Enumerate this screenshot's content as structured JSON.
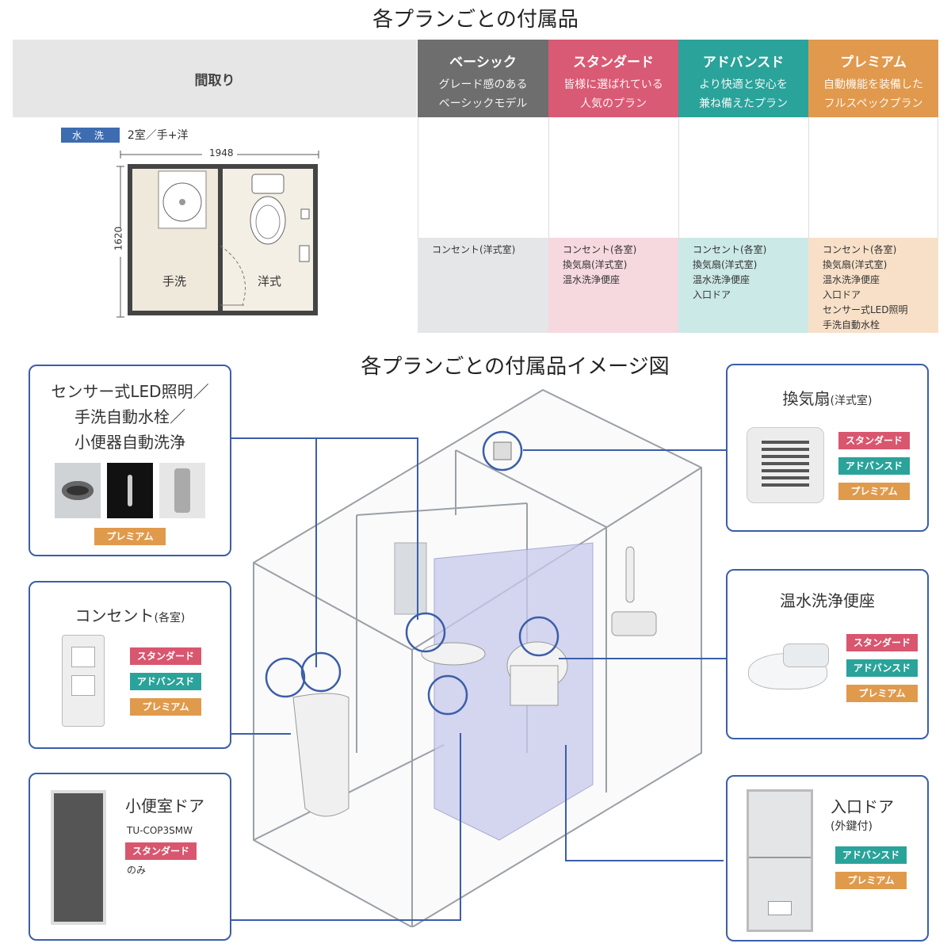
{
  "title_top": "各プランごとの付属品",
  "title_mid": "各プランごとの付属品イメージ図",
  "table": {
    "layout_header": "間取り",
    "plans": [
      {
        "name": "ベーシック",
        "desc1": "グレード感のある",
        "desc2": "ベーシックモデル",
        "color": "#6e6e6e",
        "bg": "#e4e6e8",
        "items": [
          "コンセント(洋式室)"
        ]
      },
      {
        "name": "スタンダード",
        "desc1": "皆様に選ばれている",
        "desc2": "人気のプラン",
        "color": "#d95a74",
        "bg": "#f6d9df",
        "items": [
          "コンセント(各室)",
          "換気扇(洋式室)",
          "温水洗浄便座"
        ]
      },
      {
        "name": "アドバンスド",
        "desc1": "より快適と安心を",
        "desc2": "兼ね備えたプラン",
        "color": "#2aa39a",
        "bg": "#cbe9e6",
        "items": [
          "コンセント(各室)",
          "換気扇(洋式室)",
          "温水洗浄便座",
          "入口ドア"
        ]
      },
      {
        "name": "プレミアム",
        "desc1": "自動機能を装備した",
        "desc2": "フルスペックプラン",
        "color": "#e0994d",
        "bg": "#f8e0c8",
        "items": [
          "コンセント(各室)",
          "換気扇(洋式室)",
          "温水洗浄便座",
          "入口ドア",
          "センサー式LED照明",
          "手洗自動水栓"
        ]
      }
    ],
    "plan_tag": "水 洗",
    "plan_desc": "2室／手+洋",
    "dim_width": "1948",
    "dim_height": "1620",
    "room_left": "手洗",
    "room_right": "洋式"
  },
  "callouts": {
    "sensor": {
      "title1": "センサー式LED照明／",
      "title2": "手洗自動水栓／",
      "title3": "小便器自動洗浄",
      "badges": [
        "プレミアム"
      ]
    },
    "outlet": {
      "title": "コンセント",
      "sub": "(各室)",
      "badges": [
        "スタンダード",
        "アドバンスド",
        "プレミアム"
      ]
    },
    "urinal_door": {
      "title": "小便室ドア",
      "model": "TU-COP3SMW",
      "badges": [
        "スタンダード"
      ],
      "note": "のみ"
    },
    "fan": {
      "title": "換気扇",
      "sub": "(洋式室)",
      "badges": [
        "スタンダード",
        "アドバンスド",
        "プレミアム"
      ]
    },
    "washlet": {
      "title": "温水洗浄便座",
      "badges": [
        "スタンダード",
        "アドバンスド",
        "プレミアム"
      ]
    },
    "entry_door": {
      "title": "入口ドア",
      "sub": "(外鍵付)",
      "badges": [
        "アドバンスド",
        "プレミアム"
      ]
    }
  }
}
